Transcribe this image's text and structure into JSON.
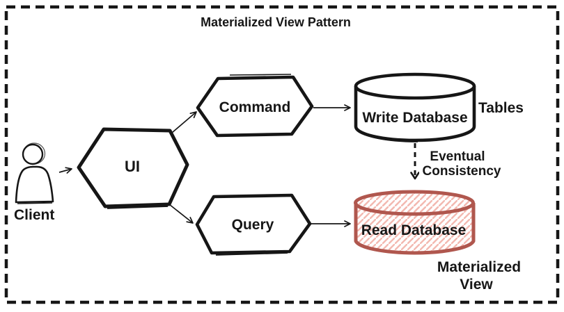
{
  "colors": {
    "ink": "#161616",
    "accent_red": "#b0574e",
    "hatch_red": "#f3b9b1",
    "background": "#ffffff"
  },
  "diagram": {
    "title": "Materialized View Pattern",
    "client": {
      "label": "Client"
    },
    "ui": {
      "label": "UI"
    },
    "command": {
      "label": "Command"
    },
    "query": {
      "label": "Query"
    },
    "write_database": {
      "label": "Write Database",
      "annotation": "Tables"
    },
    "read_database": {
      "label": "Read Database",
      "annotation_line1": "Materialized",
      "annotation_line2": "View"
    },
    "consistency_edge": {
      "label_line1": "Eventual",
      "label_line2": "Consistency"
    }
  }
}
